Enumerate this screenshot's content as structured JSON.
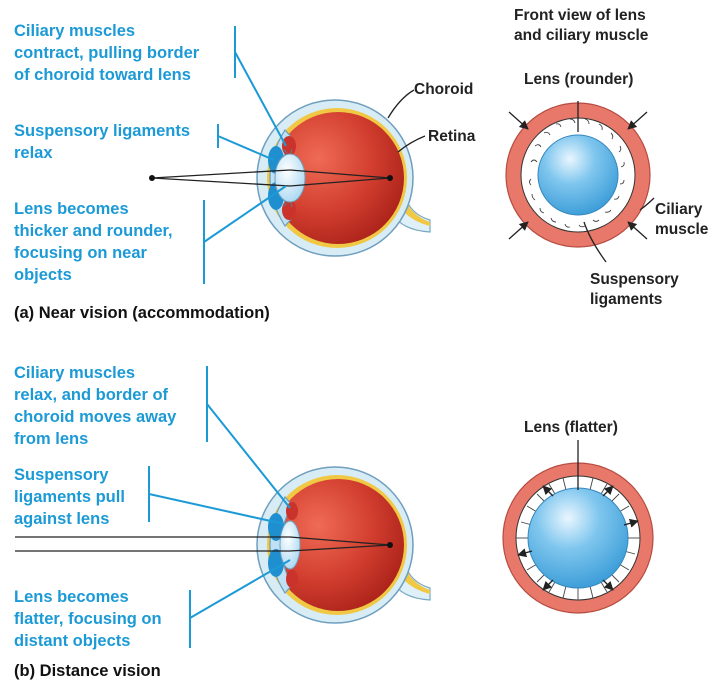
{
  "near": {
    "callout_ciliary": "Ciliary muscles\ncontract, pulling border\nof choroid toward lens",
    "callout_suspensory": "Suspensory ligaments\nrelax",
    "callout_lens": "Lens becomes\nthicker and rounder,\nfocusing on near\nobjects",
    "label_choroid": "Choroid",
    "label_retina": "Retina",
    "caption": "(a) Near vision (accommodation)",
    "front_view_title": "Front view of lens\nand ciliary muscle",
    "lens_label": "Lens (rounder)",
    "ciliary_muscle_label": "Ciliary\nmuscle",
    "suspensory_label": "Suspensory\nligaments"
  },
  "distance": {
    "callout_ciliary": "Ciliary muscles\nrelax, and border of\nchoroid moves away\nfrom lens",
    "callout_suspensory": "Suspensory\nligaments pull\nagainst lens",
    "callout_lens": "Lens becomes\nflatter, focusing on\ndistant objects",
    "caption": "(b) Distance vision",
    "lens_label": "Lens (flatter)"
  },
  "colors": {
    "callout_text": "#1c9ad6",
    "sclera": "#d8ecf6",
    "eyeball": "#c9332b",
    "retina": "#f0c843",
    "lens": "#5ab6e8",
    "muscle_ring": "#e8786a"
  }
}
